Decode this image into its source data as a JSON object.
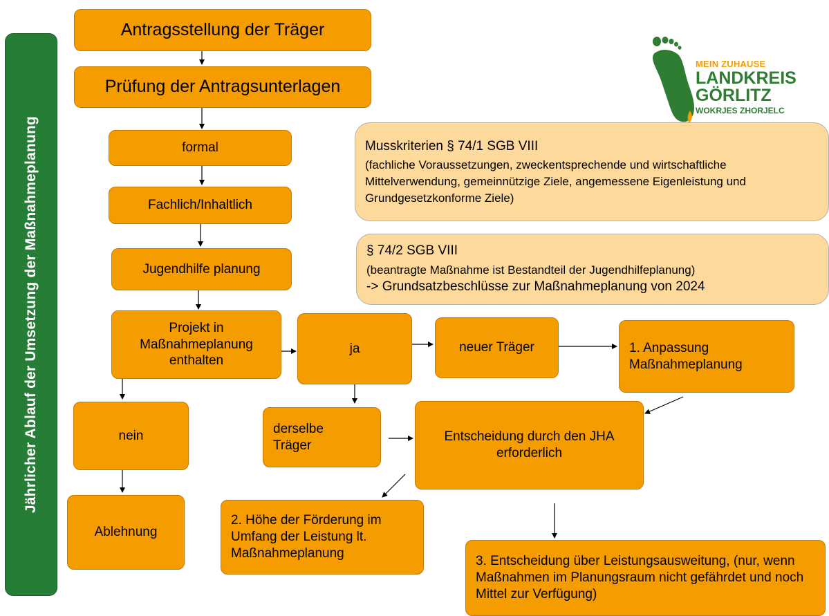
{
  "sidebar": {
    "title": "Jährlicher Ablauf der Umsetzung der  Maßnahmeplanung"
  },
  "logo": {
    "line1": "MEIN ZUHAUSE",
    "line2": "LANDKREIS",
    "line3": "GÖRLITZ",
    "line4": "WOKRJES ZHORJELC",
    "colors": {
      "green": "#2f7d32",
      "orange": "#f59c00"
    }
  },
  "boxes": {
    "antrag": "Antragsstellung der Träger",
    "pruefung": "Prüfung der Antragsunterlagen",
    "formal": "formal",
    "fachlich": "Fachlich/Inhaltlich",
    "jugendhilfe": "Jugendhilfe planung",
    "projekt": "Projekt in Maßnahmeplanung enthalten",
    "ja": "ja",
    "neuer_traeger": "neuer Träger",
    "anpassung": "1. Anpassung Maßnahmeplanung",
    "nein": "nein",
    "derselbe": "derselbe Träger",
    "entscheidung_jha": "Entscheidung durch den JHA erforderlich",
    "ablehnung": "Ablehnung",
    "hoehe": "2. Höhe der Förderung im Umfang der Leistung lt. Maßnahmeplanung",
    "ausweitung": "3. Entscheidung über Leistungsausweitung, (nur, wenn Maßnahmen im Planungsraum nicht gefährdet und noch Mittel zur Verfügung)"
  },
  "info": {
    "muss_header": "Musskriterien  § 74/1 SGB VIII",
    "muss_body": "(fachliche Voraussetzungen, zweckentsprechende und wirtschaftliche Mittelverwendung, gemeinnützige Ziele, angemessene Eigenleistung und Grundgesetzkonforme Ziele)",
    "p742_header": "§ 74/2 SGB VIII",
    "p742_line1": "(beantragte Maßnahme ist Bestandteil der Jugendhilfeplanung)",
    "p742_line2": "-> Grundsatzbeschlüsse zur  Maßnahmeplanung  von 2024"
  },
  "colors": {
    "box_fill": "#f59c00",
    "info_fill": "#fdd99b",
    "sidebar_fill": "#267e36"
  }
}
